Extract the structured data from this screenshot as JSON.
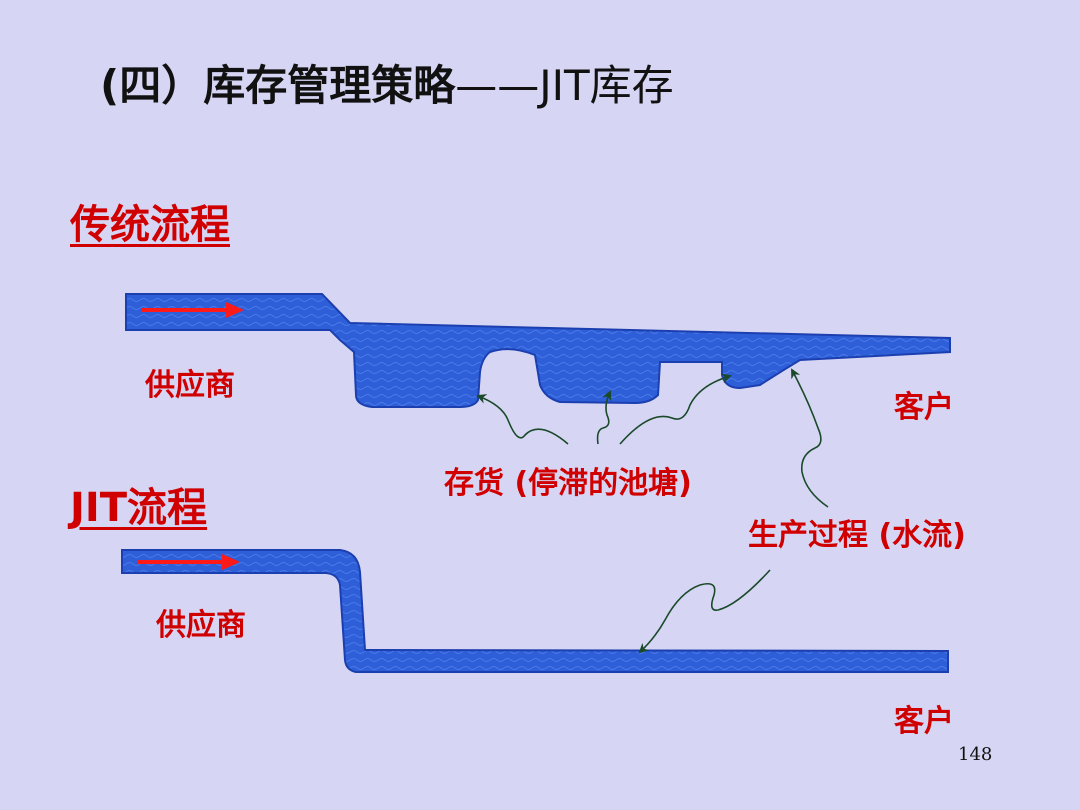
{
  "title": {
    "bold": "(四）库存管理策略",
    "rest": "——JIT库存"
  },
  "traditional": {
    "heading": "传统流程",
    "supplier": "供应商",
    "customer": "客户"
  },
  "jit": {
    "heading": "JIT流程",
    "supplier": "供应商",
    "customer": "客户"
  },
  "annotations": {
    "inventory": "存货 (停滞的池塘)",
    "process": "生产过程 (水流)"
  },
  "page_number": "148",
  "colors": {
    "water": "#2e5fd8",
    "water_edge": "#1c3fb0",
    "arrow": "#ff1a1a",
    "text_red": "#d00000",
    "background": "#d6d6f4"
  }
}
